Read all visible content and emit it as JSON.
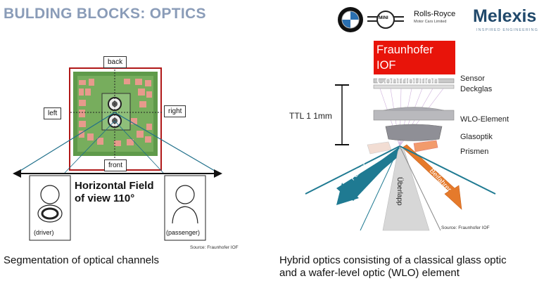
{
  "slide": {
    "title": "BULDING BLOCKS: OPTICS"
  },
  "left_panel": {
    "labels": {
      "back": "back",
      "left": "left",
      "right": "right",
      "front": "front"
    },
    "fov_text": "Horizontal Field of view 110°",
    "driver": "(driver)",
    "passenger": "(passenger)",
    "caption": "Segmentation of optical channels",
    "source": "Source: Fraunhofer IOF"
  },
  "logos": {
    "mini": "MINI",
    "rolls_royce": "Rolls-Royce",
    "rolls_royce_sub": "Motor Cars Limited",
    "melexis": "Melexis",
    "melexis_tagline": "INSPIRED ENGINEERING"
  },
  "right_panel": {
    "contribution": "Fraunhofer IOF Contribution",
    "ttl": "TTL 1 1mm",
    "sensor": "Sensor",
    "deckglas": "Deckglas",
    "wlo": "WLO-Element",
    "glasoptik": "Glasoptik",
    "prismen": "Prismen",
    "fahrer": "Fahrer",
    "ueberlapp": "Überlapp",
    "beifahrer": "Beifahrer",
    "source": "Source: Fraunhofer IOF",
    "caption_line1": "Hybrid optics consisting of a classical glass optic",
    "caption_line2": "and a wafer-level optic (WLO) element"
  },
  "colors": {
    "title": "#8a9cb8",
    "iof_red": "#e8140a",
    "fahrer_teal": "#1f7a92",
    "beifahrer_orange": "#e57a2b",
    "pcb_green": "#4f8f3a",
    "pcb_pad": "#e79a8c"
  }
}
